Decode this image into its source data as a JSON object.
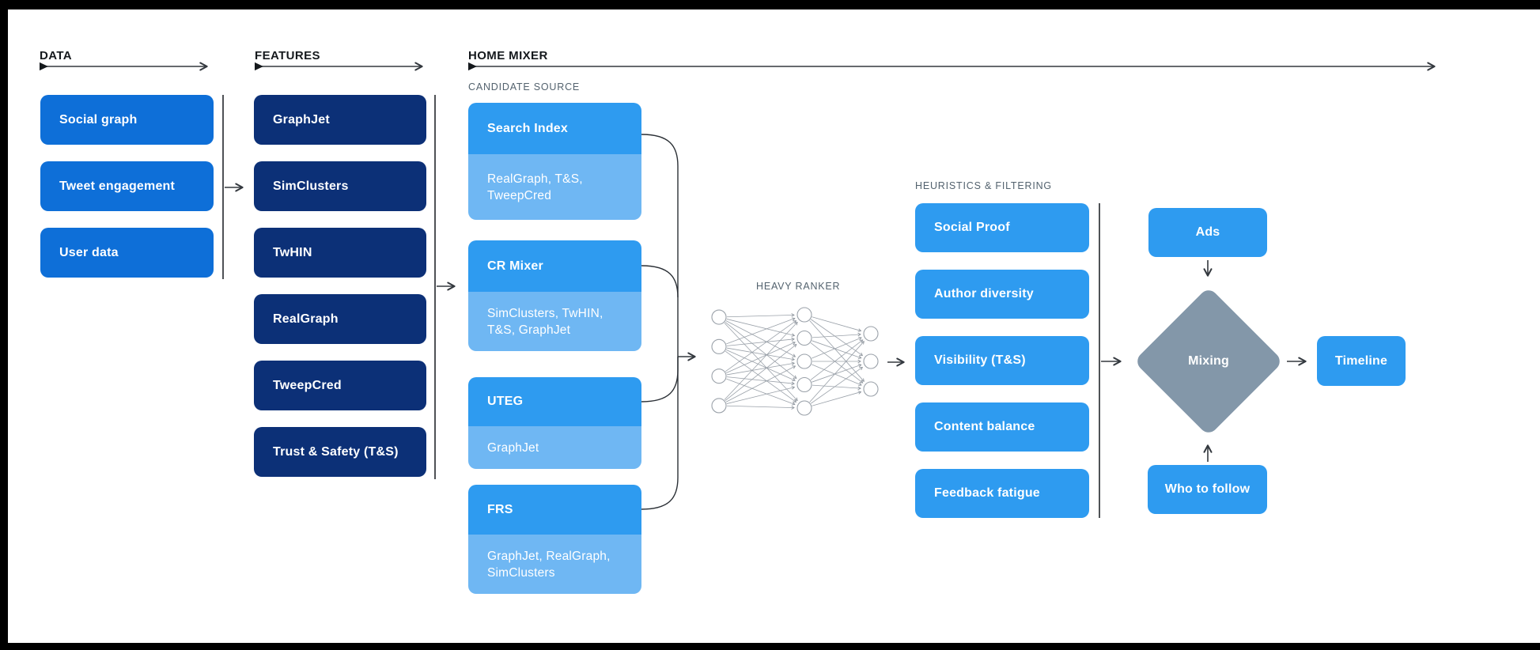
{
  "sections": {
    "data": {
      "label": "DATA",
      "items": [
        "Social graph",
        "Tweet engagement",
        "User data"
      ]
    },
    "features": {
      "label": "FEATURES",
      "items": [
        "GraphJet",
        "SimClusters",
        "TwHIN",
        "RealGraph",
        "TweepCred",
        "Trust & Safety (T&S)"
      ]
    },
    "home_mixer": {
      "label": "HOME MIXER",
      "candidate_source": {
        "label": "CANDIDATE SOURCE",
        "items": [
          {
            "title": "Search Index",
            "sources": "RealGraph, T&S, TweepCred"
          },
          {
            "title": "CR Mixer",
            "sources": "SimClusters, TwHIN, T&S, GraphJet"
          },
          {
            "title": "UTEG",
            "sources": "GraphJet"
          },
          {
            "title": "FRS",
            "sources": "GraphJet, RealGraph, SimClusters"
          }
        ]
      },
      "heavy_ranker": {
        "label": "HEAVY RANKER",
        "layers": [
          4,
          5,
          3
        ]
      },
      "heuristics": {
        "label": "HEURISTICS & FILTERING",
        "items": [
          "Social Proof",
          "Author diversity",
          "Visibility (T&S)",
          "Content balance",
          "Feedback fatigue"
        ]
      },
      "mixing": {
        "label": "Mixing",
        "ads_label": "Ads",
        "who_to_follow_label": "Who to follow",
        "output_label": "Timeline"
      }
    }
  },
  "colors": {
    "data-blue": "#0E6FD8",
    "navy": "#0C3077",
    "sky": "#2E9BF0",
    "sky-light": "#6FB7F3",
    "diamond-gray": "#8397A9",
    "label-dark": "#15191D",
    "label-gray": "#53626E",
    "wire": "#33383E",
    "nn-gray": "#9AA1A9"
  }
}
